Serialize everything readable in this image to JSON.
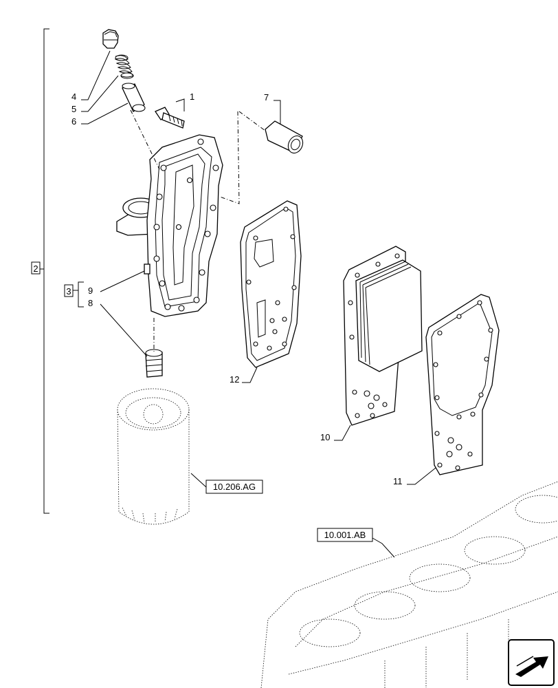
{
  "callouts": {
    "c1": "1",
    "c4": "4",
    "c5": "5",
    "c6": "6",
    "c7": "7",
    "c8": "8",
    "c9": "9",
    "c10": "10",
    "c11": "11",
    "c12": "12"
  },
  "groups": {
    "group2": "2",
    "group3": "3"
  },
  "references": {
    "filter_ref": "10.206.AG",
    "engine_ref": "10.001.AB"
  },
  "nav": {
    "icon": "arrow-icon"
  }
}
